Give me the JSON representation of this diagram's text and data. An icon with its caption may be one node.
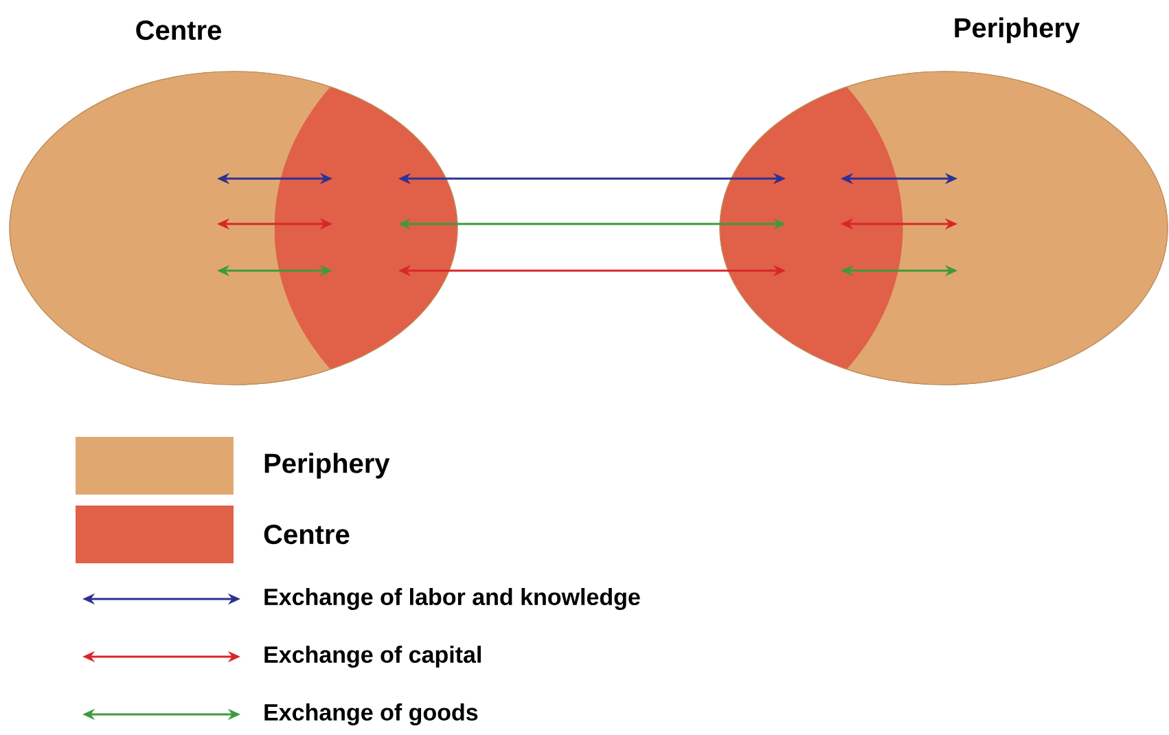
{
  "diagram": {
    "nodes": [
      {
        "text": [
          "Centre"
        ]
      },
      {
        "text": [
          "Periphery"
        ]
      }
    ],
    "edges": [
      {
        "from": 0,
        "to": 1,
        "arrow": "both",
        "color": "#2e3192"
      },
      {
        "from": 0,
        "to": 1,
        "arrow": "both",
        "color": "#3d9a3d"
      },
      {
        "from": 0,
        "to": 1,
        "arrow": "both",
        "color": "#d7262a"
      }
    ],
    "legend": [
      {
        "text": "Periphery",
        "color": "#e0a870"
      },
      {
        "text": "Centre",
        "color": "#e06048"
      },
      {
        "text": "Exchange of labor and knowledge"
      },
      {
        "text": "Exchange of capital"
      },
      {
        "text": "Exchange of goods"
      }
    ]
  }
}
